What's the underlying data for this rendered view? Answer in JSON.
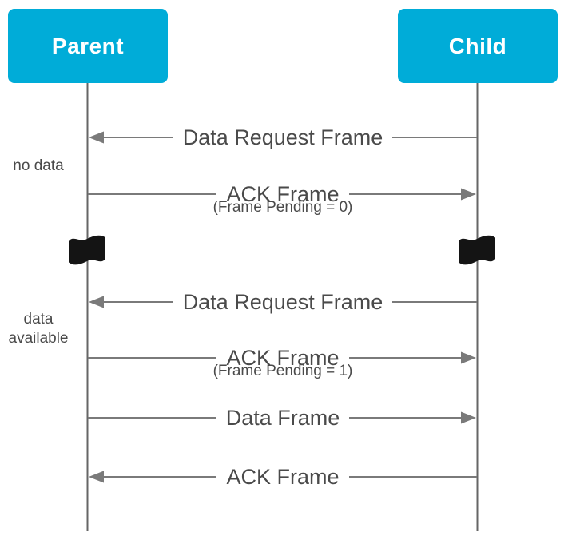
{
  "diagram": {
    "type": "sequence-diagram",
    "actors": [
      {
        "label": "Parent"
      },
      {
        "label": "Child"
      }
    ],
    "messages": [
      {
        "label": "Data Request Frame",
        "from": "Child",
        "to": "Parent",
        "direction": "left"
      },
      {
        "label": "ACK Frame",
        "sublabel": "(Frame Pending = 0)",
        "from": "Parent",
        "to": "Child",
        "direction": "right"
      },
      {
        "label": "Data Request Frame",
        "from": "Child",
        "to": "Parent",
        "direction": "left"
      },
      {
        "label": "ACK Frame",
        "sublabel": "(Frame Pending = 1)",
        "from": "Parent",
        "to": "Child",
        "direction": "right"
      },
      {
        "label": "Data Frame",
        "from": "Parent",
        "to": "Child",
        "direction": "right"
      },
      {
        "label": "ACK Frame",
        "from": "Child",
        "to": "Parent",
        "direction": "left"
      }
    ],
    "side_notes": [
      {
        "lines": [
          "no data"
        ]
      },
      {
        "lines": [
          "data",
          "available"
        ]
      }
    ],
    "icons": [
      {
        "name": "flag-icon",
        "meaning": "time-break on Parent lifeline"
      },
      {
        "name": "flag-icon",
        "meaning": "time-break on Child lifeline"
      }
    ],
    "colors": {
      "actor_bg": "#00ACD8",
      "actor_text": "#FFFFFF",
      "arrow": "#7A7A7A",
      "lifeline": "#666666",
      "label_text": "#4A4A4A",
      "flag": "#141414",
      "background": "#FFFFFF"
    }
  }
}
